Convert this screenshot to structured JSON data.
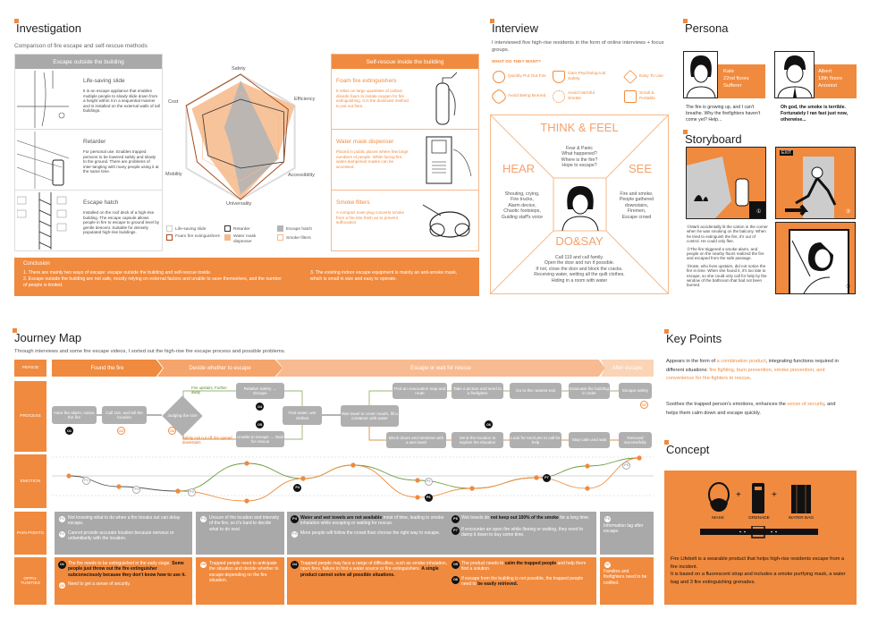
{
  "colors": {
    "accent": "#f08a3e",
    "light": "#f6b98a",
    "grey": "#a9a9a9"
  },
  "investigation": {
    "title": "Investigation",
    "subtitle": "Comparison of fire escape and self-rescue methods",
    "outside": {
      "header": "Escape outside the building",
      "items": [
        {
          "title": "Life-saving slide",
          "desc": "It is an escape appliance that enables multiple people to slowly slide down from a height within it in a sequential manner and is installed on the external walls of tall buildings."
        },
        {
          "title": "Retarder",
          "desc": "For personal use. Enables trapped persons to be lowered safely and slowly to the ground. There are problems of inter-tangling with many people using it at the same time."
        },
        {
          "title": "Escape hatch",
          "desc": "Installed on the roof deck of a high-rise building. The escape capsule allows people in fire to escape to ground level by gentle descent. Suitable for densely populated high-rise buildings."
        }
      ]
    },
    "inside": {
      "header": "Self-rescue inside the building",
      "items": [
        {
          "title": "Foam fire extinguishers",
          "desc": "It relies on large quantities of carbon dioxide foam to isolate oxygen for fire extinguishing. It is the dominant method to put out fires."
        },
        {
          "title": "Water mask dispenser",
          "desc": "Placed in public places where few large numbers of people. While facing fire, water-dampened masks can be accessed."
        },
        {
          "title": "Smoke filters",
          "desc": "A compact nose plug converts smoke from a fire into fresh air to prevent suffocation."
        }
      ]
    },
    "conclusion": {
      "title": "Conclusion",
      "p1": "1. There are mainly two ways of escape: escape outside the building and self-rescue inside.",
      "p2": "2. Escape outside the building are not safe, mostly relying on external factors and unable to save themselves, and the number of people is limited.",
      "p3": "3. The existing indoor escape equipment is mainly an anti-smoke mask, which is small in size and easy to operate."
    }
  },
  "chart_data": [
    {
      "type": "radar",
      "title": "",
      "axes": [
        "Safety",
        "Efficiency",
        "Accessibility",
        "Universality",
        "Mobility",
        "Cost"
      ],
      "range": [
        0,
        5
      ],
      "series": [
        {
          "name": "Life-saving slide",
          "style": "outline-light",
          "values": [
            5,
            5,
            5,
            5,
            5,
            5
          ]
        },
        {
          "name": "Retarder",
          "style": "outline-dark",
          "values": [
            3,
            4,
            4,
            2.5,
            3,
            3.5
          ]
        },
        {
          "name": "Escape hatch",
          "style": "fill-grey",
          "values": [
            4.5,
            2,
            3.5,
            4.6,
            1,
            1.5
          ]
        },
        {
          "name": "Foam fire extinguishers",
          "style": "outline-orange",
          "values": [
            5,
            4.4,
            4,
            5,
            4,
            5
          ]
        },
        {
          "name": "Water mask dispenser",
          "style": "fill-orange",
          "values": [
            4.4,
            5,
            3.4,
            5,
            3,
            4.5
          ]
        },
        {
          "name": "Smoke filters",
          "style": "outline-light-orange",
          "values": [
            3.5,
            3.5,
            3.5,
            3.5,
            3.5,
            3.5
          ]
        }
      ]
    },
    {
      "type": "line",
      "title": "Emotion",
      "ylim": [
        -3,
        2
      ],
      "x": [
        0,
        1,
        2,
        3,
        4,
        5,
        6,
        7,
        8,
        9,
        10
      ],
      "series": [
        {
          "name": "start",
          "color": "#555555",
          "x": [
            0,
            1,
            2
          ],
          "values": [
            0,
            -1.2,
            -1.7
          ]
        },
        {
          "name": "escape",
          "color": "#6a9a3a",
          "x": [
            2,
            3,
            4,
            5,
            6,
            7,
            8,
            9,
            10
          ],
          "values": [
            -1.7,
            1.4,
            -0.3,
            1.2,
            -0.5,
            -1.4,
            -0.2,
            1.1,
            2.0
          ]
        },
        {
          "name": "wait",
          "color": "#f08a3e",
          "x": [
            2,
            3,
            4,
            5,
            6,
            7,
            8,
            9,
            10
          ],
          "values": [
            -1.7,
            -2.8,
            -0.3,
            1.2,
            -2.4,
            -1.4,
            -0.2,
            -1.4,
            2.0
          ]
        }
      ],
      "markers": [
        {
          "label": "P1",
          "x": 0.35,
          "v": -0.5
        },
        {
          "label": "P2",
          "x": 1.3,
          "v": -1.5
        },
        {
          "label": "P3",
          "x": 2.2,
          "v": -1.8
        },
        {
          "label": "P4",
          "x": 3.9,
          "v": -1.3
        },
        {
          "label": "P5",
          "x": 6.2,
          "v": -0.6
        },
        {
          "label": "P6",
          "x": 6.2,
          "v": -2.4
        },
        {
          "label": "P7",
          "x": 8.2,
          "v": -0.2
        },
        {
          "label": "P8",
          "x": 9.75,
          "v": 1.2
        }
      ]
    }
  ],
  "interview": {
    "title": "Interview",
    "intro": "I interviewed five high-rise residents in the form of online interviews + focus groups.",
    "wants_title": "WHAT DO THEY WANT?",
    "wants": [
      "Quickly Put Out Fire",
      "Gain Psycholog-ical Safety",
      "Easy To Use",
      "Avoid Being Burned",
      "Avoid Harmful Smoke",
      "Small & Portable"
    ],
    "empathy": {
      "think": {
        "title": "THINK & FEEL",
        "text": "Fear & Panic\nWhat happened?\nWhere is the fire?\nHope to escape?"
      },
      "hear": {
        "title": "HEAR",
        "text": "Shouting, crying,\nFire trucks,\nAlarm device,\nChaotic footsteps,\nGuiding staff's voice"
      },
      "see": {
        "title": "SEE",
        "text": "Fire and smoke,\nPeople gathered\ndownstairs,\nFiremen,\nEscape crowd"
      },
      "do": {
        "title": "DO&SAY",
        "text": "Call 119 and call family.\nOpen the door and run if possible.\nIf not, close the door and block the cracks.\nReceiving water, wetting all the quilt clothes.\nHiding in a room with water"
      }
    }
  },
  "persona": {
    "title": "Persona",
    "people": [
      {
        "name": "Kate",
        "floor": "22nd floors",
        "role": "Sufferer",
        "quote": "The fire is growing up, and I can't breathe. Why the firefighters haven't come yet? Help..."
      },
      {
        "name": "Albert",
        "floor": "18th floors",
        "role": "Arsonist",
        "quote": "Oh god, the smoke is terrible. Fortunately I ran fast just now, otherwise..."
      }
    ]
  },
  "storyboard": {
    "title": "Storyboard",
    "exit_sign": "EXIT",
    "panel_numbers": [
      "①",
      "②",
      "③"
    ],
    "captions": [
      "①Mark accidentally lit the carton in the corner when he was smoking on the balcony. When he tried to extinguish the fire, it's out of control. He could only flee.",
      "②The fire triggered a smoke alarm, and people on the nearby floors realized the fire and escaped from the safe passage.",
      "③Kate, who lives upstairs, did not notice the fire in time. When she found it, it's too late to escape, so she could only call for help by the window of the bathroom that had not been burned."
    ]
  },
  "journey": {
    "title": "Journey Map",
    "subtitle": "Through interviews and some fire escape videos, I sorted out the high-rise fire escape process and possible problems.",
    "rows": [
      "PERIOD",
      "PROCESS",
      "EMOTION",
      "PAIN POINTS",
      "OPPU-TUNITIES"
    ],
    "periods": [
      "Found the fire",
      "Decide whether to escape",
      "Escape or wait for rescue",
      "After escape"
    ],
    "process": {
      "hear": "Hear fire alarm, notice the fire",
      "call": "Call 119, and tell the location",
      "judge": "Judging the size",
      "branch_up": "Fire upstairs, Further away",
      "branch_down": "Safety exit cut off, fire spread downstairs",
      "safe": "Relative Safety → Escape",
      "unable": "Unable to escape → Wait for rescue",
      "water": "Find water, wet clothes",
      "towel": "Wet towel to cover mouth, fill a container with water",
      "top": [
        "Find an evacuation map and route",
        "Take a picture and send to a firefighter",
        "Go to the nearest exit",
        "Evacuate the building in order",
        "Escape safety"
      ],
      "bottom": [
        "Block doors and windows with a wet towel",
        "Send the location to explain the situation",
        "Look for torch,etc to call for help",
        "Stay calm and wait",
        "Rescued successfully"
      ],
      "badges": [
        "O1",
        "O2",
        "O3",
        "O4",
        "O5",
        "O6",
        "O7"
      ]
    },
    "pain": [
      {
        "id": "P1",
        "text": "Not knowing what to do when a fire breaks out can delay escape."
      },
      {
        "id": "P2",
        "text": "Cannot provide accurate location because nervous or unfamiliarity with the location."
      },
      {
        "id": "P3",
        "text": "Unsure of the location and intensity of the fire, so it's hard to decide what to do next."
      },
      {
        "id": "P4",
        "bold": "Water and wet towels are not available",
        "text": " most of time, leading to smoke inhalation while escaping or waiting for rescue."
      },
      {
        "id": "P5",
        "text": "More people will follow the crowd than choose the right way to escape."
      },
      {
        "id": "P6",
        "pre": "Wet towels do ",
        "bold": "not keep out 100% of the smoke",
        "text": " for a long time."
      },
      {
        "id": "P7",
        "text": "If encounter an open fire while fleeing or waiting, they need to damp it down to buy some time."
      },
      {
        "id": "P8",
        "text": "Information lag after escape."
      }
    ],
    "opp": [
      {
        "id": "O1",
        "text": "The fire needs to be extinguished in the early stage. ",
        "bold": "Some people just throw out the fire extinguisher subconsciously because they don't know how to use it."
      },
      {
        "id": "O2",
        "text": "Need to get a sense of security."
      },
      {
        "id": "O3",
        "text": "Trapped people need to anticipate the situation and decide whether to escape depending on the fire situation."
      },
      {
        "id": "O4",
        "text": "Trapped people may face a range of difficulties, such as smoke inhalation, open fires, failure to find a water source or fire extinguishers. ",
        "bold": "A single product cannot solve all possible situations."
      },
      {
        "id": "O5",
        "pre": "The product needs to ",
        "bold": "calm the trapped people",
        "text": " and help them find a solution."
      },
      {
        "id": "O6",
        "pre": "If escape from the building is not possible, the trapped people need to ",
        "bold": "be easily retrieved."
      },
      {
        "id": "O7",
        "text": "Families and firefighters need to be notified."
      }
    ]
  },
  "keypoints": {
    "title": "Key Points",
    "p1": [
      "Appears in the form of ",
      "a combination product",
      ", integrating functions required in different situations: ",
      "fire fighting, burn prevention, smoke prevention, and convenience for fire-fighters to rescue",
      "."
    ],
    "p2": [
      "Soothes the trapped person's emotions, enhances the ",
      "sense of security",
      ", and helps them calm down and escape quickly."
    ]
  },
  "concept": {
    "title": "Concept",
    "items": [
      "MASK",
      "GRENADE",
      "WATER BAG"
    ],
    "plus": "+",
    "desc1": "Fire Lifebelt is a wearable product that helps high-rise residents escape from a fire incident.",
    "desc2": "It is based on a fluorescent strap and includes a smoke purifying mask, a water bag and 3 fire extinguishing grenades."
  }
}
